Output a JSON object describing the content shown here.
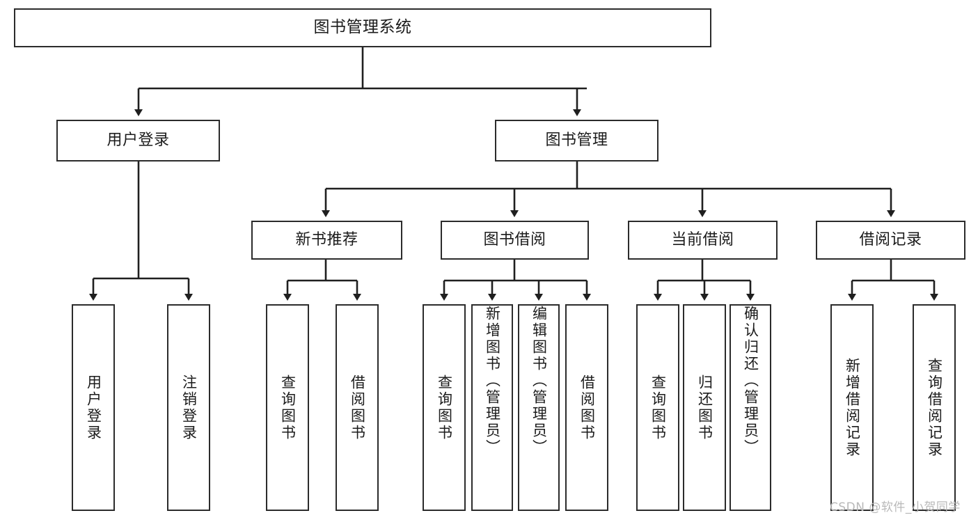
{
  "diagram": {
    "type": "tree-hierarchy",
    "title": "图书管理系统",
    "root": {
      "label": "图书管理系统"
    },
    "level2": [
      {
        "label": "用户登录"
      },
      {
        "label": "图书管理"
      }
    ],
    "level3": [
      {
        "label": "新书推荐"
      },
      {
        "label": "图书借阅"
      },
      {
        "label": "当前借阅"
      },
      {
        "label": "借阅记录"
      }
    ],
    "leaves": {
      "user_login": [
        {
          "label": "用户登录"
        },
        {
          "label": "注销登录"
        }
      ],
      "new_book_recommend": [
        {
          "label": "查询图书"
        },
        {
          "label": "借阅图书"
        }
      ],
      "book_borrow": [
        {
          "label": "查询图书"
        },
        {
          "label": "新增图书（管理员）"
        },
        {
          "label": "编辑图书（管理员）"
        },
        {
          "label": "借阅图书"
        }
      ],
      "current_borrow": [
        {
          "label": "查询图书"
        },
        {
          "label": "归还图书"
        },
        {
          "label": "确认归还（管理员）"
        }
      ],
      "borrow_record": [
        {
          "label": "新增借阅记录"
        },
        {
          "label": "查询借阅记录"
        }
      ]
    }
  },
  "watermark": {
    "text": "CSDN @软件_小贺同学"
  },
  "colors": {
    "box_border": "#2b2b2b",
    "box_fill": "#ffffff",
    "connector": "#1f1f1f",
    "text": "#1b1b1b",
    "watermark": "#b9b9b9",
    "background": "#ffffff"
  }
}
